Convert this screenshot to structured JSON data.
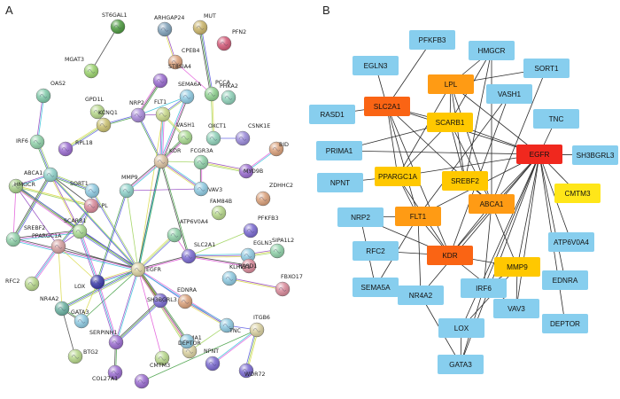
{
  "panels": {
    "a": "A",
    "b": "B"
  },
  "colors": {
    "red": "#f0281e",
    "orange_red": "#fa6414",
    "orange": "#ff9b14",
    "gold": "#ffc800",
    "yellow": "#ffe619",
    "blue": "#87ceee",
    "edge_b": "#2b2b2b"
  },
  "panel_a": {
    "nodes": [
      {
        "id": "ST6GAL1",
        "label": "ST6GAL1",
        "color": "#4e9a40"
      },
      {
        "id": "ARHGAP24",
        "label": "ARHGAP24",
        "color": "#7fa0b8"
      },
      {
        "id": "MUT",
        "label": "MUT",
        "color": "#c9b46a"
      },
      {
        "id": "PFN2",
        "label": "PFN2",
        "color": "#d35a78"
      },
      {
        "id": "MGAT3",
        "label": "MGAT3",
        "color": "#9bd26e"
      },
      {
        "id": "CPEB4",
        "label": "CPEB4",
        "color": "#d9a07a"
      },
      {
        "id": "ST8SIA4",
        "label": "ST8SIA4",
        "color": "#9a6ccf"
      },
      {
        "id": "SEMA6A",
        "label": "SEMA6A",
        "color": "#8ec9e0"
      },
      {
        "id": "PCCA",
        "label": "PCCA",
        "color": "#8fd08f"
      },
      {
        "id": "PHKA2",
        "label": "PHKA2",
        "color": "#8fd0b8"
      },
      {
        "id": "OAS2",
        "label": "OAS2",
        "color": "#7fc9a8"
      },
      {
        "id": "GPD1L",
        "label": "GPD1L",
        "color": "#b6d68a"
      },
      {
        "id": "NRP2",
        "label": "NRP2",
        "color": "#a88ad8"
      },
      {
        "id": "FLT1",
        "label": "FLT1",
        "color": "#c8d88a"
      },
      {
        "id": "IRF6",
        "label": "IRF6",
        "color": "#8fd0a8"
      },
      {
        "id": "RPL18",
        "label": "RPL18",
        "color": "#9a6ccf"
      },
      {
        "id": "KCNQ1",
        "label": "KCNQ1",
        "color": "#c9c070"
      },
      {
        "id": "VASH1",
        "label": "VASH1",
        "color": "#a8d890"
      },
      {
        "id": "OXCT1",
        "label": "OXCT1",
        "color": "#8fd0b8"
      },
      {
        "id": "CSNK1E",
        "label": "CSNK1E",
        "color": "#9a8ad8"
      },
      {
        "id": "BID",
        "label": "BID",
        "color": "#d9a07a"
      },
      {
        "id": "ABCA1",
        "label": "ABCA1",
        "color": "#8ed0c8"
      },
      {
        "id": "KDR",
        "label": "KDR",
        "color": "#d9c0a0"
      },
      {
        "id": "FCGR3A",
        "label": "FCGR3A",
        "color": "#8fd0a8"
      },
      {
        "id": "MYO9B",
        "label": "MYO9B",
        "color": "#9a6ccf"
      },
      {
        "id": "HMGCR",
        "label": "HMGCR",
        "color": "#a8d08a"
      },
      {
        "id": "SORT1",
        "label": "SORT1",
        "color": "#8ec9e0"
      },
      {
        "id": "MMP9",
        "label": "MMP9",
        "color": "#8ed0c8"
      },
      {
        "id": "VAV3",
        "label": "VAV3",
        "color": "#8ec9e0"
      },
      {
        "id": "ZDHHC2",
        "label": "ZDHHC2",
        "color": "#d9a07a"
      },
      {
        "id": "FAM84B",
        "label": "FAM84B",
        "color": "#b6d68a"
      },
      {
        "id": "SREBF2",
        "label": "SREBF2",
        "color": "#8fd0a8"
      },
      {
        "id": "LPL",
        "label": "LPL",
        "color": "#d88a9a"
      },
      {
        "id": "SCARB1",
        "label": "SCARB1",
        "color": "#a8d890"
      },
      {
        "id": "ATP6V0A4",
        "label": "ATP6V0A4",
        "color": "#8fd0a8"
      },
      {
        "id": "PFKFB3",
        "label": "PFKFB3",
        "color": "#7a6ad0"
      },
      {
        "id": "PPARGC1A",
        "label": "PPARGC1A",
        "color": "#d4a0a0"
      },
      {
        "id": "SLC2A1",
        "label": "SLC2A1",
        "color": "#7a6ad0"
      },
      {
        "id": "EGLN3",
        "label": "EGLN3",
        "color": "#8ec9e0"
      },
      {
        "id": "SIPA1L2",
        "label": "SIPA1L2",
        "color": "#8fd0a8"
      },
      {
        "id": "RASD1",
        "label": "RASD1",
        "color": "#d88a9a"
      },
      {
        "id": "RFC2",
        "label": "RFC2",
        "color": "#b6d68a"
      },
      {
        "id": "LOX",
        "label": "LOX",
        "color": "#3a3aa8"
      },
      {
        "id": "EGFR",
        "label": "EGFR",
        "color": "#d9d0a0"
      },
      {
        "id": "NR4A2",
        "label": "NR4A2",
        "color": "#6ab0a0"
      },
      {
        "id": "KLHL21",
        "label": "KLHL21",
        "color": "#8ec9e0"
      },
      {
        "id": "FBXO17",
        "label": "FBXO17",
        "color": "#d88a9a"
      },
      {
        "id": "GATA3",
        "label": "GATA3",
        "color": "#8ec9e0"
      },
      {
        "id": "SH3BGRL3",
        "label": "SH3BGRL3",
        "color": "#7a6ad0"
      },
      {
        "id": "EDNRA",
        "label": "EDNRA",
        "color": "#d9a07a"
      },
      {
        "id": "TNC",
        "label": "TNC",
        "color": "#8ec9e0"
      },
      {
        "id": "ITGB6",
        "label": "ITGB6",
        "color": "#d9d0a0"
      },
      {
        "id": "BTG2",
        "label": "BTG2",
        "color": "#b6d68a"
      },
      {
        "id": "SERPINH1",
        "label": "SERPINH1",
        "color": "#9a6ccf"
      },
      {
        "id": "PRIMA1",
        "label": "PRIMA1",
        "color": "#d9d0a0"
      },
      {
        "id": "DEPTOR",
        "label": "DEPTOR",
        "color": "#8ec9e0"
      },
      {
        "id": "COL27A1",
        "label": "COL27A1",
        "color": "#9a6ccf"
      },
      {
        "id": "CMTM3",
        "label": "CMTM3",
        "color": "#b6d68a"
      },
      {
        "id": "NPNT",
        "label": "NPNT",
        "color": "#7a6ad0"
      },
      {
        "id": "WDR72",
        "label": "WDR72",
        "color": "#7a6ad0"
      },
      {
        "id": "ITGB6b",
        "label": "",
        "color": "#9a6ccf"
      }
    ],
    "edges": [
      [
        "ST6GAL1",
        "MGAT3"
      ],
      [
        "ARHGAP24",
        "CPEB4"
      ],
      [
        "MUT",
        "PCCA"
      ],
      [
        "CPEB4",
        "PCCA"
      ],
      [
        "PCCA",
        "OXCT1"
      ],
      [
        "ST8SIA4",
        "NRP2"
      ],
      [
        "SEMA6A",
        "NRP2"
      ],
      [
        "SEMA6A",
        "FLT1"
      ],
      [
        "SEMA6A",
        "KDR"
      ],
      [
        "NRP2",
        "FLT1"
      ],
      [
        "NRP2",
        "KDR"
      ],
      [
        "FLT1",
        "KDR"
      ],
      [
        "FLT1",
        "EGFR"
      ],
      [
        "KDR",
        "EGFR"
      ],
      [
        "KDR",
        "VAV3"
      ],
      [
        "KDR",
        "FCGR3A"
      ],
      [
        "VAV3",
        "FCGR3A"
      ],
      [
        "FCGR3A",
        "MYO9B"
      ],
      [
        "CSNK1E",
        "OXCT1"
      ],
      [
        "MYO9B",
        "BID"
      ],
      [
        "RPL18",
        "KCNQ1"
      ],
      [
        "GPD1L",
        "KCNQ1"
      ],
      [
        "ABCA1",
        "HMGCR"
      ],
      [
        "ABCA1",
        "SORT1"
      ],
      [
        "ABCA1",
        "LPL"
      ],
      [
        "ABCA1",
        "SCARB1"
      ],
      [
        "ABCA1",
        "SREBF2"
      ],
      [
        "HMGCR",
        "SREBF2"
      ],
      [
        "HMGCR",
        "LPL"
      ],
      [
        "HMGCR",
        "SCARB1"
      ],
      [
        "SORT1",
        "LPL"
      ],
      [
        "LPL",
        "SCARB1"
      ],
      [
        "SREBF2",
        "SCARB1"
      ],
      [
        "SCARB1",
        "PPARGC1A"
      ],
      [
        "LPL",
        "PPARGC1A"
      ],
      [
        "PPARGC1A",
        "RFC2"
      ],
      [
        "PPARGC1A",
        "NR4A2"
      ],
      [
        "NR4A2",
        "GATA3"
      ],
      [
        "EGFR",
        "LOX"
      ],
      [
        "EGFR",
        "MMP9"
      ],
      [
        "EGFR",
        "SLC2A1"
      ],
      [
        "EGFR",
        "SH3BGRL3"
      ],
      [
        "EGFR",
        "EDNRA"
      ],
      [
        "EGFR",
        "TNC"
      ],
      [
        "EGFR",
        "ATP6V0A4"
      ],
      [
        "EGFR",
        "GATA3"
      ],
      [
        "EGFR",
        "SERPINH1"
      ],
      [
        "EGFR",
        "NR4A2"
      ],
      [
        "EGFR",
        "PPARGC1A"
      ],
      [
        "EGFR",
        "ABCA1"
      ],
      [
        "EGFR",
        "SCARB1"
      ],
      [
        "EGFR",
        "CMTM3"
      ],
      [
        "EGFR",
        "PRIMA1"
      ],
      [
        "EGFR",
        "DEPTOR"
      ],
      [
        "EGFR",
        "KDR"
      ],
      [
        "EGFR",
        "HMGCR"
      ],
      [
        "MMP9",
        "KDR"
      ],
      [
        "MMP9",
        "VAV3"
      ],
      [
        "MMP9",
        "LOX"
      ],
      [
        "LOX",
        "SERPINH1"
      ],
      [
        "LOX",
        "GATA3"
      ],
      [
        "SERPINH1",
        "COL27A1"
      ],
      [
        "SLC2A1",
        "EGLN3"
      ],
      [
        "SLC2A1",
        "PFKFB3"
      ],
      [
        "SLC2A1",
        "RASD1"
      ],
      [
        "EGLN3",
        "SIPA1L2"
      ],
      [
        "TNC",
        "ITGB6"
      ],
      [
        "ITGB6",
        "NPNT"
      ],
      [
        "ITGB6",
        "WDR72"
      ],
      [
        "ITGB6",
        "ITGB6b"
      ],
      [
        "OAS2",
        "IRF6"
      ],
      [
        "IRF6",
        "ABCA1"
      ],
      [
        "BTG2",
        "NR4A2"
      ],
      [
        "KLHL21",
        "FBXO17"
      ],
      [
        "SH3BGRL3",
        "SERPINH1"
      ],
      [
        "ATP6V0A4",
        "SLC2A1"
      ],
      [
        "FLT1",
        "VASH1"
      ],
      [
        "KDR",
        "VASH1"
      ],
      [
        "ABCA1",
        "EGFR"
      ],
      [
        "SORT1",
        "EGFR"
      ],
      [
        "SREBF2",
        "EGFR"
      ],
      [
        "HMGCR",
        "PPARGC1A"
      ],
      [
        "KCNQ1",
        "NRP2"
      ],
      [
        "SCARB1",
        "LOX"
      ],
      [
        "PPARGC1A",
        "LOX"
      ],
      [
        "KDR",
        "SLC2A1"
      ],
      [
        "EDNRA",
        "TNC"
      ],
      [
        "PRIMA1",
        "TNC"
      ]
    ]
  },
  "panel_b": {
    "nodes": [
      {
        "id": "PFKFB3",
        "label": "PFKFB3",
        "tier": "blue"
      },
      {
        "id": "HMGCR",
        "label": "HMGCR",
        "tier": "blue"
      },
      {
        "id": "EGLN3",
        "label": "EGLN3",
        "tier": "blue"
      },
      {
        "id": "LPL",
        "label": "LPL",
        "tier": "orange"
      },
      {
        "id": "SORT1",
        "label": "SORT1",
        "tier": "blue"
      },
      {
        "id": "RASD1",
        "label": "RASD1",
        "tier": "blue"
      },
      {
        "id": "SLC2A1",
        "label": "SLC2A1",
        "tier": "orange_red"
      },
      {
        "id": "VASH1",
        "label": "VASH1",
        "tier": "blue"
      },
      {
        "id": "TNC",
        "label": "TNC",
        "tier": "blue"
      },
      {
        "id": "PRIMA1",
        "label": "PRIMA1",
        "tier": "blue"
      },
      {
        "id": "SCARB1",
        "label": "SCARB1",
        "tier": "gold"
      },
      {
        "id": "EGFR",
        "label": "EGFR",
        "tier": "red"
      },
      {
        "id": "SH3BGRL3",
        "label": "SH3BGRL3",
        "tier": "blue"
      },
      {
        "id": "NPNT",
        "label": "NPNT",
        "tier": "blue"
      },
      {
        "id": "PPARGC1A",
        "label": "PPARGC1A",
        "tier": "gold"
      },
      {
        "id": "SREBF2",
        "label": "SREBF2",
        "tier": "gold"
      },
      {
        "id": "CMTM3",
        "label": "CMTM3",
        "tier": "yellow"
      },
      {
        "id": "ABCA1",
        "label": "ABCA1",
        "tier": "orange"
      },
      {
        "id": "NRP2",
        "label": "NRP2",
        "tier": "blue"
      },
      {
        "id": "FLT1",
        "label": "FLT1",
        "tier": "orange"
      },
      {
        "id": "ATP6V0A4",
        "label": "ATP6V0A4",
        "tier": "blue"
      },
      {
        "id": "RFC2",
        "label": "RFC2",
        "tier": "blue"
      },
      {
        "id": "KDR",
        "label": "KDR",
        "tier": "orange_red"
      },
      {
        "id": "MMP9",
        "label": "MMP9",
        "tier": "gold"
      },
      {
        "id": "EDNRA",
        "label": "EDNRA",
        "tier": "blue"
      },
      {
        "id": "SEMA5A",
        "label": "SEMA5A",
        "tier": "blue"
      },
      {
        "id": "NR4A2",
        "label": "NR4A2",
        "tier": "blue"
      },
      {
        "id": "IRF6",
        "label": "IRF6",
        "tier": "blue"
      },
      {
        "id": "VAV3",
        "label": "VAV3",
        "tier": "blue"
      },
      {
        "id": "DEPTOR",
        "label": "DEPTOR",
        "tier": "blue"
      },
      {
        "id": "LOX",
        "label": "LOX",
        "tier": "blue"
      },
      {
        "id": "GATA3",
        "label": "GATA3",
        "tier": "blue"
      }
    ],
    "edges": [
      [
        "SLC2A1",
        "PFKFB3"
      ],
      [
        "SLC2A1",
        "EGLN3"
      ],
      [
        "SLC2A1",
        "RASD1"
      ],
      [
        "SLC2A1",
        "EGFR"
      ],
      [
        "SLC2A1",
        "KDR"
      ],
      [
        "SLC2A1",
        "PPARGC1A"
      ],
      [
        "SLC2A1",
        "FLT1"
      ],
      [
        "SLC2A1",
        "SCARB1"
      ],
      [
        "SLC2A1",
        "ABCA1"
      ],
      [
        "HMGCR",
        "LPL"
      ],
      [
        "HMGCR",
        "SREBF2"
      ],
      [
        "HMGCR",
        "SCARB1"
      ],
      [
        "HMGCR",
        "ABCA1"
      ],
      [
        "LPL",
        "SCARB1"
      ],
      [
        "LPL",
        "SREBF2"
      ],
      [
        "LPL",
        "ABCA1"
      ],
      [
        "LPL",
        "PPARGC1A"
      ],
      [
        "LPL",
        "SORT1"
      ],
      [
        "LPL",
        "EGFR"
      ],
      [
        "SORT1",
        "ABCA1"
      ],
      [
        "VASH1",
        "FLT1"
      ],
      [
        "VASH1",
        "KDR"
      ],
      [
        "EGFR",
        "TNC"
      ],
      [
        "EGFR",
        "SH3BGRL3"
      ],
      [
        "EGFR",
        "CMTM3"
      ],
      [
        "EGFR",
        "ATP6V0A4"
      ],
      [
        "EGFR",
        "EDNRA"
      ],
      [
        "EGFR",
        "DEPTOR"
      ],
      [
        "EGFR",
        "MMP9"
      ],
      [
        "EGFR",
        "KDR"
      ],
      [
        "EGFR",
        "SCARB1"
      ],
      [
        "EGFR",
        "ABCA1"
      ],
      [
        "EGFR",
        "VAV3"
      ],
      [
        "EGFR",
        "LOX"
      ],
      [
        "EGFR",
        "IRF6"
      ],
      [
        "EGFR",
        "GATA3"
      ],
      [
        "EGFR",
        "PRIMA1"
      ],
      [
        "EGFR",
        "FLT1"
      ],
      [
        "EGFR",
        "NR4A2"
      ],
      [
        "EGFR",
        "PPARGC1A"
      ],
      [
        "SCARB1",
        "SREBF2"
      ],
      [
        "SCARB1",
        "ABCA1"
      ],
      [
        "SCARB1",
        "PPARGC1A"
      ],
      [
        "SREBF2",
        "ABCA1"
      ],
      [
        "PPARGC1A",
        "KDR"
      ],
      [
        "PPARGC1A",
        "FLT1"
      ],
      [
        "NRP2",
        "FLT1"
      ],
      [
        "NRP2",
        "KDR"
      ],
      [
        "NRP2",
        "SEMA5A"
      ],
      [
        "FLT1",
        "KDR"
      ],
      [
        "FLT1",
        "SEMA5A"
      ],
      [
        "KDR",
        "MMP9"
      ],
      [
        "KDR",
        "VAV3"
      ],
      [
        "KDR",
        "RFC2"
      ],
      [
        "MMP9",
        "LOX"
      ],
      [
        "MMP9",
        "IRF6"
      ],
      [
        "MMP9",
        "VAV3"
      ],
      [
        "LOX",
        "GATA3"
      ],
      [
        "IRF6",
        "GATA3"
      ],
      [
        "NR4A2",
        "GATA3"
      ],
      [
        "ABCA1",
        "KDR"
      ],
      [
        "ABCA1",
        "MMP9"
      ],
      [
        "FLT1",
        "NR4A2"
      ],
      [
        "PRIMA1",
        "SCARB1"
      ],
      [
        "NPNT",
        "PPARGC1A"
      ],
      [
        "ABCA1",
        "IRF6"
      ]
    ]
  }
}
